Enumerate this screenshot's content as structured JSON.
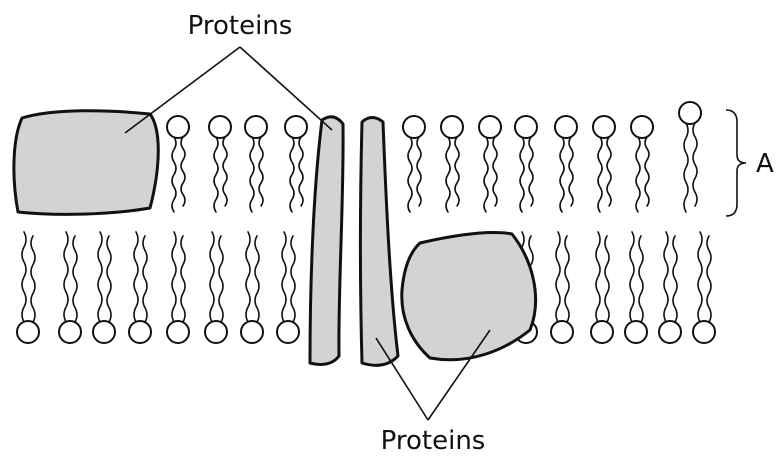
{
  "figure": {
    "label_top": "Proteins",
    "label_bottom": "Proteins",
    "bracket_label": "A"
  },
  "colors": {
    "protein_fill": "#d3d3d3",
    "outline": "#111111",
    "head_fill": "#ffffff",
    "background": "#ffffff"
  }
}
